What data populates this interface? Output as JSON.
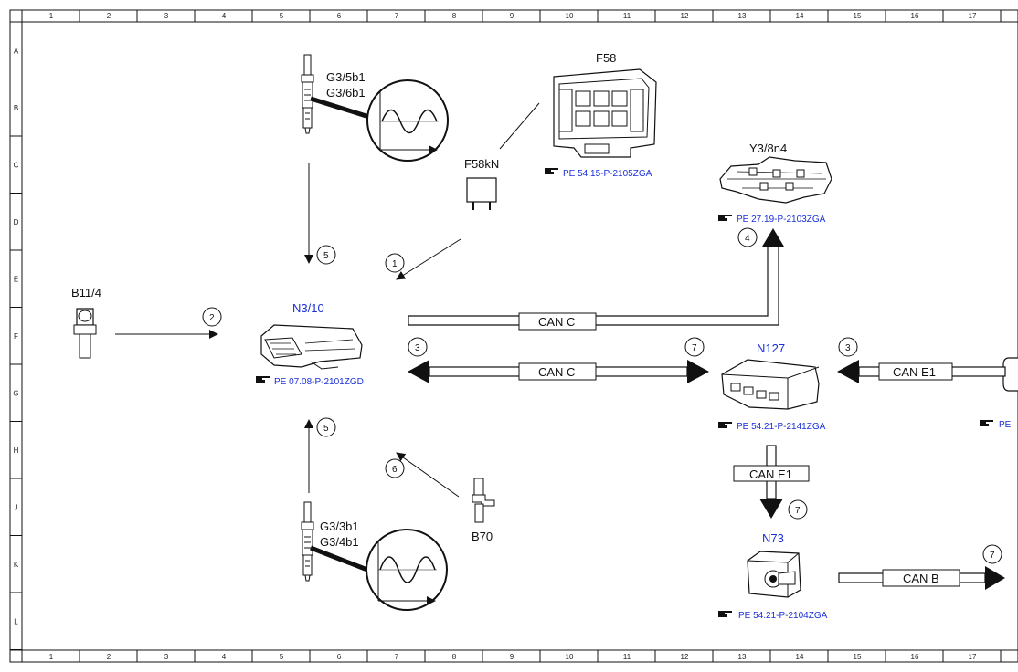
{
  "ruler": {
    "columns": [
      "1",
      "2",
      "3",
      "4",
      "5",
      "6",
      "7",
      "8",
      "9",
      "10",
      "11",
      "12",
      "13",
      "14",
      "15",
      "16",
      "17"
    ],
    "rows": [
      "A",
      "B",
      "C",
      "D",
      "E",
      "F",
      "G",
      "H",
      "J",
      "K",
      "L"
    ]
  },
  "components": {
    "g3_5b1": "G3/5b1",
    "g3_6b1": "G3/6b1",
    "g3_3b1": "G3/3b1",
    "g3_4b1": "G3/4b1",
    "f58": "F58",
    "f58kn": "F58kN",
    "y3_8n4": "Y3/8n4",
    "b11_4": "B11/4",
    "n3_10": "N3/10",
    "n127": "N127",
    "n73": "N73",
    "b70": "B70"
  },
  "refs": {
    "f58": "PE 54.15-P-2105ZGA",
    "y3_8n4": "PE 27.19-P-2103ZGA",
    "n3_10": "PE 07.08-P-2101ZGD",
    "n127": "PE 54.21-P-2141ZGA",
    "n73": "PE 54.21-P-2104ZGA",
    "edge": "PE"
  },
  "buses": {
    "can_c_top": "CAN C",
    "can_c_mid": "CAN C",
    "can_e1_right": "CAN E1",
    "can_e1_down": "CAN E1",
    "can_b": "CAN B"
  },
  "badges": {
    "b1": "1",
    "b2": "2",
    "b3a": "3",
    "b3b": "3",
    "b4": "4",
    "b5a": "5",
    "b5b": "5",
    "b6": "6",
    "b7a": "7",
    "b7b": "7",
    "b7c": "7"
  },
  "colors": {
    "link": "#1a2fd6",
    "line": "#111111"
  }
}
